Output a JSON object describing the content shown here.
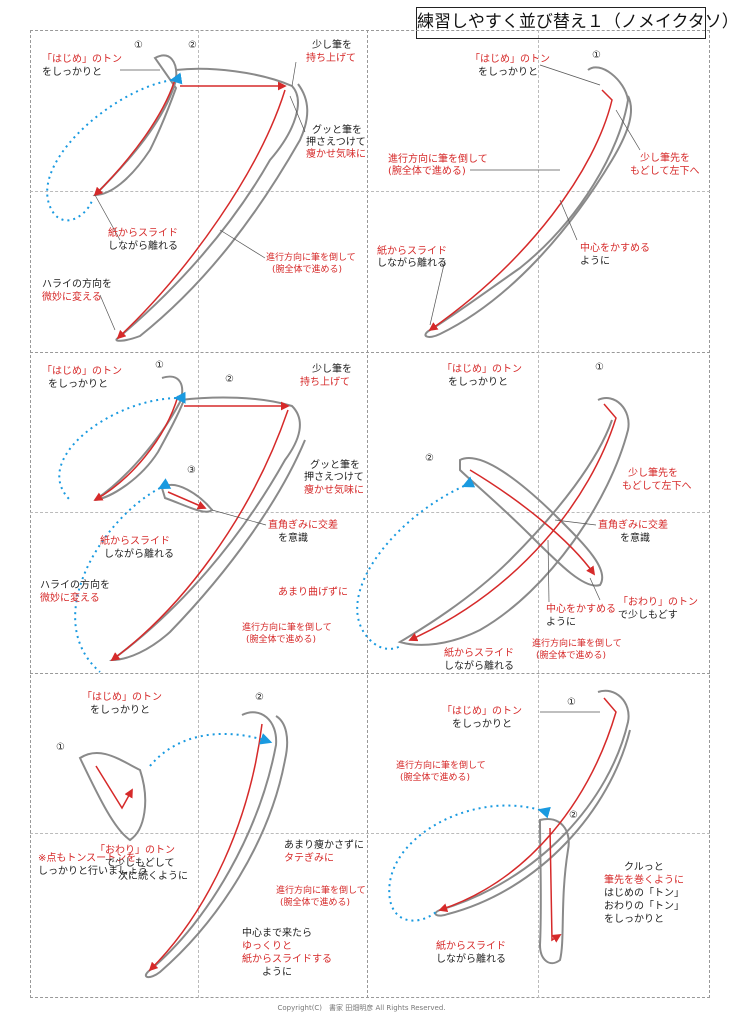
{
  "title": "練習しやすく並び替え１（ノメイクタソ）",
  "copyright": "Copyright(C)　書家 田畑明彦 All Rights Reserved.",
  "colors": {
    "accent_red": "#d62a2a",
    "guide_blue": "#1a9ae0",
    "stroke_gray": "#8a8a8a"
  },
  "panels": {
    "ku": {
      "num1": "①",
      "num2": "②",
      "a1": "「はじめ」のトン",
      "a2": "をしっかりと",
      "a3": "少し筆を",
      "a4": "持ち上げて",
      "a5": "グッと筆を",
      "a6": "押さえつけて",
      "a7": "痩かせ気味に",
      "a8": "紙からスライド",
      "a9": "しながら離れる",
      "a10": "ハライの方向を",
      "a11": "微妙に変える",
      "a12": "進行方向に筆を倒して",
      "a13": "(腕全体で進める)"
    },
    "no": {
      "num1": "①",
      "a1": "「はじめ」のトン",
      "a2": "をしっかりと",
      "a3": "進行方向に筆を倒して",
      "a4": "(腕全体で進める)",
      "a5": "少し筆先を",
      "a6": "もどして左下へ",
      "a7": "紙からスライド",
      "a8": "しながら離れる",
      "a9": "中心をかすめる",
      "a10": "ように"
    },
    "ta": {
      "num1": "①",
      "num2": "②",
      "num3": "③",
      "a1": "「はじめ」のトン",
      "a2": "をしっかりと",
      "a3": "少し筆を",
      "a4": "持ち上げて",
      "a5": "グッと筆を",
      "a6": "押さえつけて",
      "a7": "痩かせ気味に",
      "a8": "直角ぎみに交差",
      "a9": "を意識",
      "a10": "紙からスライド",
      "a11": "しながら離れる",
      "a12": "ハライの方向を",
      "a13": "微妙に変える",
      "a14": "あまり曲げずに",
      "a15": "進行方向に筆を倒して",
      "a16": "(腕全体で進める)"
    },
    "me": {
      "num1": "①",
      "num2": "②",
      "a1": "「はじめ」のトン",
      "a2": "をしっかりと",
      "a3": "少し筆先を",
      "a4": "もどして左下へ",
      "a5": "直角ぎみに交差",
      "a6": "を意識",
      "a7": "中心をかすめる",
      "a8": "ように",
      "a9": "「おわり」のトン",
      "a10": "で少しもどす",
      "a11": "進行方向に筆を倒して",
      "a12": "(腕全体で進める)",
      "a13": "紙からスライド",
      "a14": "しながら離れる"
    },
    "so": {
      "num1": "①",
      "num2": "②",
      "a1": "「はじめ」のトン",
      "a2": "をしっかりと",
      "a3": "※点もトンスートンを",
      "a4": "しっかりと行いましょう",
      "a5": "「おわり」のトン",
      "a6": "で少しもどして",
      "a7": "次に続くように",
      "a8": "あまり痩かさずに",
      "a9": "タテぎみに",
      "a10": "進行方向に筆を倒して",
      "a11": "(腕全体で進める)",
      "a12": "中心まで来たら",
      "a13": "ゆっくりと",
      "a14": "紙からスライドする",
      "a15": "ように"
    },
    "ki": {
      "num1": "①",
      "num2": "②",
      "a1": "「はじめ」のトン",
      "a2": "をしっかりと",
      "a3": "進行方向に筆を倒して",
      "a4": "(腕全体で進める)",
      "a5": "クルっと",
      "a6": "筆先を巻くように",
      "a7": "はじめの「トン」",
      "a8": "おわりの「トン」",
      "a9": "をしっかりと",
      "a10": "紙からスライド",
      "a11": "しながら離れる"
    }
  }
}
